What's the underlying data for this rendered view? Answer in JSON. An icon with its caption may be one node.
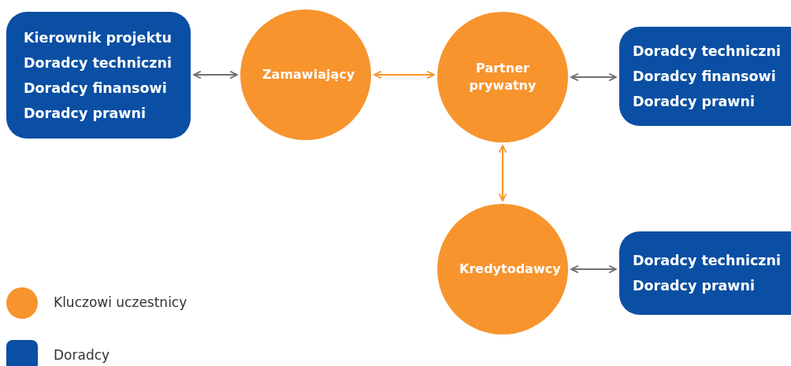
{
  "diagram": {
    "nodes": [
      {
        "text": [
          "Kierownik projektu",
          "Doradcy techniczni",
          "Doradcy finansowi",
          "Doradcy prawni"
        ]
      },
      {
        "text": [
          "Zamawiający"
        ]
      },
      {
        "text": [
          "Partner prywatny"
        ]
      },
      {
        "text": [
          "Doradcy techniczni",
          "Doradcy finansowi",
          "Doradcy prawni"
        ]
      },
      {
        "text": [
          "Kredytodawcy"
        ]
      },
      {
        "text": [
          "Doradcy techniczni",
          "Doradcy prawni"
        ]
      }
    ],
    "edges": [
      {
        "from": 0,
        "to": 1,
        "arrow": "both"
      },
      {
        "from": 1,
        "to": 2,
        "arrow": "both",
        "color": "#f7942e"
      },
      {
        "from": 2,
        "to": 3,
        "arrow": "both"
      },
      {
        "from": 2,
        "to": 4,
        "arrow": "both",
        "color": "#f7942e"
      },
      {
        "from": 4,
        "to": 5,
        "arrow": "both"
      }
    ],
    "legend": [
      {
        "text": "Kluczowi uczestnicy",
        "color": "#f7942e"
      },
      {
        "text": "Doradcy",
        "color": "#0a4fa3"
      }
    ]
  }
}
